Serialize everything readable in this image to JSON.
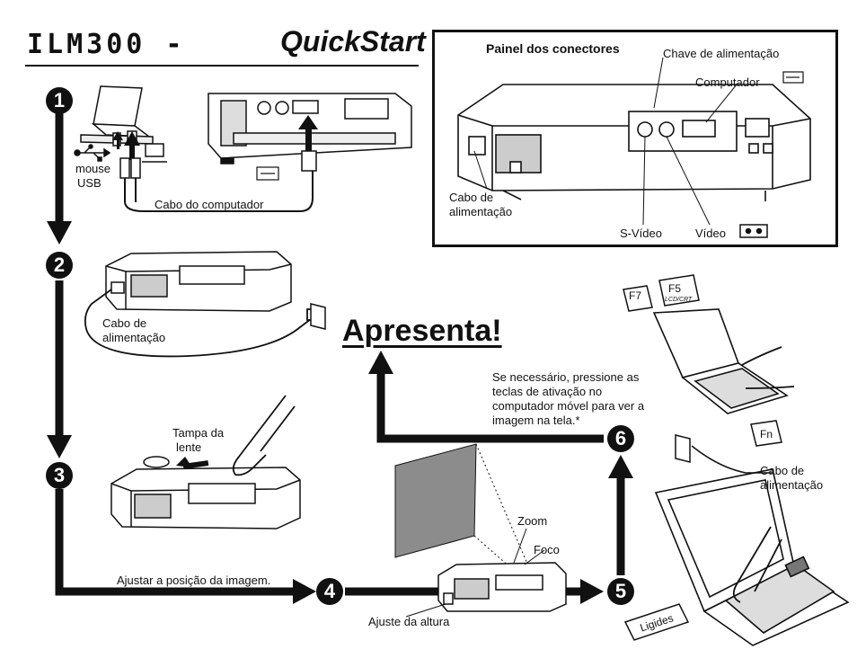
{
  "title": {
    "model": "ILM300 -",
    "quickstart": "QuickStart"
  },
  "panel": {
    "title": "Painel dos conectores",
    "labels": {
      "power_switch": "Chave de alimentação",
      "computer": "Computador",
      "power_cable_line1": "Cabo de",
      "power_cable_line2": "alimentação",
      "svideo": "S-Vídeo",
      "video": "Vídeo"
    }
  },
  "steps": [
    "1",
    "2",
    "3",
    "4",
    "5",
    "6"
  ],
  "step1": {
    "mouse_line1": "mouse",
    "mouse_line2": "USB",
    "computer_cable": "Cabo do computador"
  },
  "step2": {
    "power_cable_line1": "Cabo de",
    "power_cable_line2": "alimentação"
  },
  "step3": {
    "lens_cap_line1": "Tampa da",
    "lens_cap_line2": "lente",
    "adjust_image": "Ajustar a posição da imagem."
  },
  "step4": {
    "height_adjust": "Ajuste da altura",
    "zoom": "Zoom",
    "focus": "Foco"
  },
  "step5": {
    "power_cable_line1": "Cabo de",
    "power_cable_line2": "alimentação",
    "power_on_key": "Ligides"
  },
  "step6": {
    "note_line1": "Se necessário, pressione as",
    "note_line2": "teclas de ativação no",
    "note_line3": "computador móvel para ver a",
    "note_line4": "imagem na tela.*",
    "key_f7": "F7",
    "key_f5": "F5",
    "key_f5_sub": "LCD/CRT",
    "key_fn": "Fn"
  },
  "headline": "Apresenta!",
  "colors": {
    "ink": "#111111",
    "screen": "#8c8c8c",
    "paper": "#ffffff"
  }
}
